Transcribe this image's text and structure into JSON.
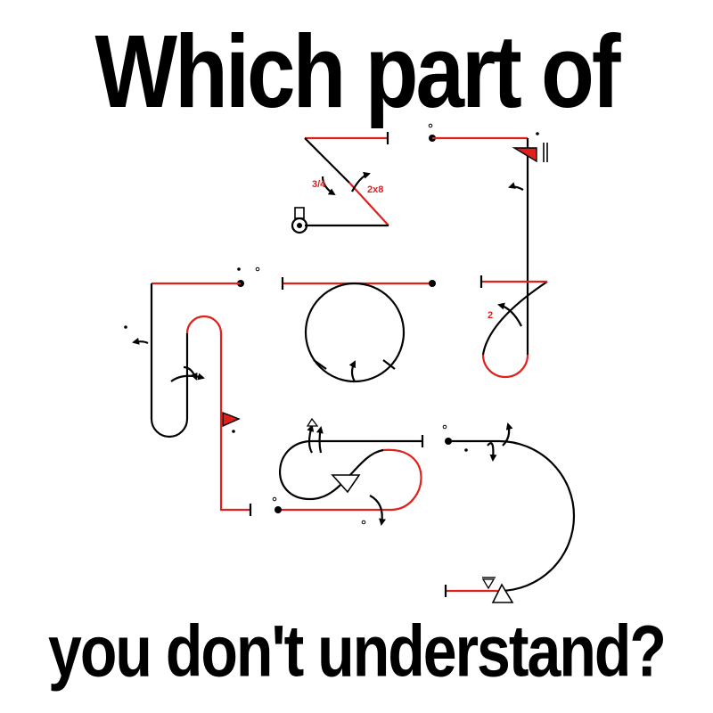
{
  "headline_top": "Which part of",
  "headline_bottom": "you don't understand?",
  "diagram": {
    "labels": {
      "fraction": "3/4",
      "rotation": "2x8",
      "count": "2"
    }
  },
  "colors": {
    "ink": "#000000",
    "accent": "#e0201c"
  }
}
